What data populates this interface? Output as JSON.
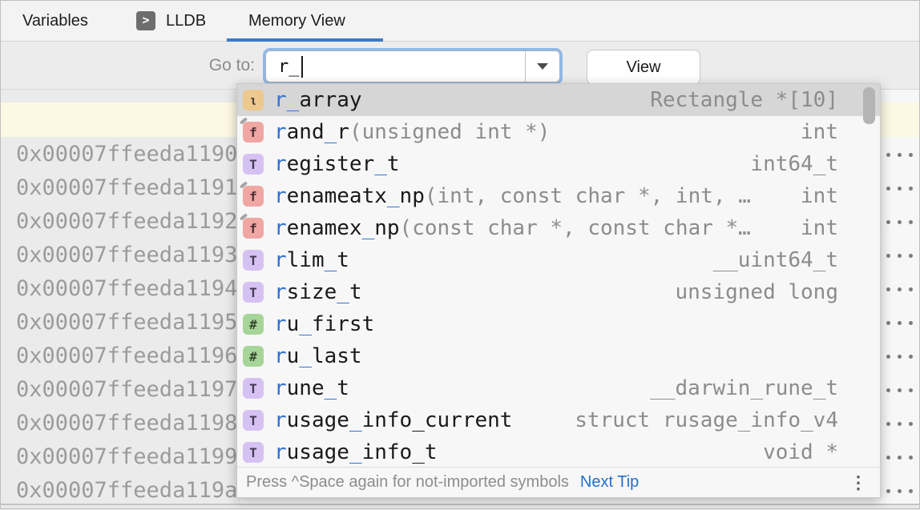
{
  "tabs": {
    "variables": "Variables",
    "lldb": "LLDB",
    "memory_view": "Memory View"
  },
  "toolbar": {
    "goto_label": "Go to:",
    "input_value": "r_",
    "view_label": "View"
  },
  "memory": {
    "addresses": [
      "0x00007ffeeda1190",
      "0x00007ffeeda1191",
      "0x00007ffeeda1192",
      "0x00007ffeeda1193",
      "0x00007ffeeda1194",
      "0x00007ffeeda1195",
      "0x00007ffeeda1196",
      "0x00007ffeeda1197",
      "0x00007ffeeda1198",
      "0x00007ffeeda1199",
      "0x00007ffeeda119a"
    ],
    "dots_per_row": 3
  },
  "icons": {
    "variable": {
      "glyph": "ι",
      "bg": "#edc88f",
      "fg": "#54493a",
      "overlay": false
    },
    "function": {
      "glyph": "f",
      "bg": "#f0a6a3",
      "fg": "#4a3434",
      "overlay": true
    },
    "typedef": {
      "glyph": "T",
      "bg": "#d6c2f2",
      "fg": "#453a55",
      "overlay": false
    },
    "macro": {
      "glyph": "#",
      "bg": "#a7d599",
      "fg": "#37472f",
      "overlay": false
    }
  },
  "popup": {
    "items": [
      {
        "kind": "variable",
        "selected": true,
        "segments": [
          [
            "r_",
            1
          ],
          [
            "array",
            0
          ]
        ],
        "params": "",
        "type": "Rectangle *[10]"
      },
      {
        "kind": "function",
        "selected": false,
        "segments": [
          [
            "r",
            1
          ],
          [
            "and",
            0
          ],
          [
            "_",
            1
          ],
          [
            "r",
            0
          ]
        ],
        "params": "(unsigned int *)",
        "type": "int"
      },
      {
        "kind": "typedef",
        "selected": false,
        "segments": [
          [
            "r",
            1
          ],
          [
            "egister",
            0
          ],
          [
            "_",
            1
          ],
          [
            "t",
            0
          ]
        ],
        "params": "",
        "type": "int64_t"
      },
      {
        "kind": "function",
        "selected": false,
        "segments": [
          [
            "r",
            1
          ],
          [
            "enameatx",
            0
          ],
          [
            "_",
            1
          ],
          [
            "np",
            0
          ]
        ],
        "params": "(int, const char *, int, …",
        "type": "int"
      },
      {
        "kind": "function",
        "selected": false,
        "segments": [
          [
            "r",
            1
          ],
          [
            "enamex",
            0
          ],
          [
            "_",
            1
          ],
          [
            "np",
            0
          ]
        ],
        "params": "(const char *, const char *…",
        "type": "int"
      },
      {
        "kind": "typedef",
        "selected": false,
        "segments": [
          [
            "r",
            1
          ],
          [
            "lim",
            0
          ],
          [
            "_",
            1
          ],
          [
            "t",
            0
          ]
        ],
        "params": "",
        "type": "__uint64_t"
      },
      {
        "kind": "typedef",
        "selected": false,
        "segments": [
          [
            "r",
            1
          ],
          [
            "size",
            0
          ],
          [
            "_",
            1
          ],
          [
            "t",
            0
          ]
        ],
        "params": "",
        "type": "unsigned long"
      },
      {
        "kind": "macro",
        "selected": false,
        "segments": [
          [
            "r",
            1
          ],
          [
            "u",
            0
          ],
          [
            "_",
            1
          ],
          [
            "first",
            0
          ]
        ],
        "params": "",
        "type": ""
      },
      {
        "kind": "macro",
        "selected": false,
        "segments": [
          [
            "r",
            1
          ],
          [
            "u",
            0
          ],
          [
            "_",
            1
          ],
          [
            "last",
            0
          ]
        ],
        "params": "",
        "type": ""
      },
      {
        "kind": "typedef",
        "selected": false,
        "segments": [
          [
            "r",
            1
          ],
          [
            "une",
            0
          ],
          [
            "_",
            1
          ],
          [
            "t",
            0
          ]
        ],
        "params": "",
        "type": "__darwin_rune_t"
      },
      {
        "kind": "typedef",
        "selected": false,
        "segments": [
          [
            "r",
            1
          ],
          [
            "usage",
            0
          ],
          [
            "_",
            1
          ],
          [
            "info_current",
            0
          ]
        ],
        "params": "",
        "type": "struct rusage_info_v4"
      },
      {
        "kind": "typedef",
        "selected": false,
        "segments": [
          [
            "r",
            1
          ],
          [
            "usage",
            0
          ],
          [
            "_",
            1
          ],
          [
            "info_t",
            0
          ]
        ],
        "params": "",
        "type": "void *"
      }
    ],
    "footer": {
      "hint": "Press ^Space again for not-imported symbols",
      "link": "Next Tip",
      "more_icon": "⋮"
    }
  },
  "colors": {
    "tab_accent": "#3b79c6",
    "match_blue": "#3273d0",
    "selection_gray": "#d6d6d6",
    "highlight_band": "#fdf8e3",
    "focus_ring": "#8fb9ea"
  }
}
